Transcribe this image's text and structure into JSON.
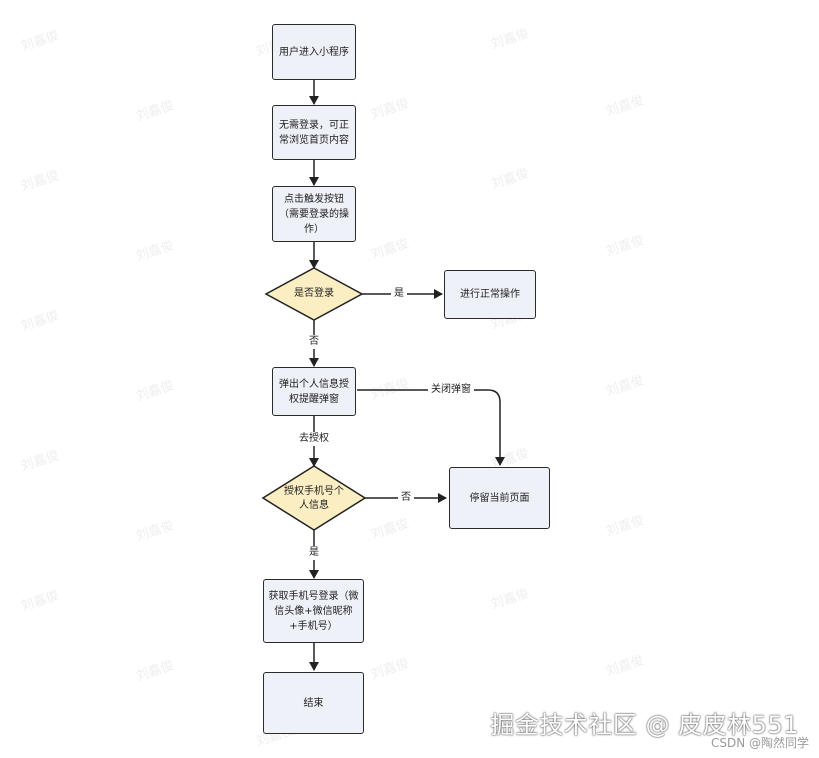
{
  "nodes": {
    "enter_miniprogram": "用户进入小程序",
    "browse_home": "无需登录，可正常浏览首页内容",
    "click_trigger": "点击触发按钮（需要登录的操作）",
    "is_logged_in": "是否登录",
    "normal_operation": "进行正常操作",
    "auth_popup": "弹出个人信息授权提醒弹窗",
    "authorize_phone": "授权手机号个人信息",
    "stay_page": "停留当前页面",
    "get_phone_login": "获取手机号登录（微信头像+微信昵称+手机号）",
    "end": "结束"
  },
  "edge_labels": {
    "yes_1": "是",
    "no_1": "否",
    "close_popup": "关闭弹窗",
    "go_authorize": "去授权",
    "no_2": "否",
    "yes_2": "是"
  },
  "watermark": "刘嘉俊",
  "footer": {
    "site": "掘金技术社区 @ 皮皮林551",
    "csdn": "CSDN @陶然同学"
  }
}
